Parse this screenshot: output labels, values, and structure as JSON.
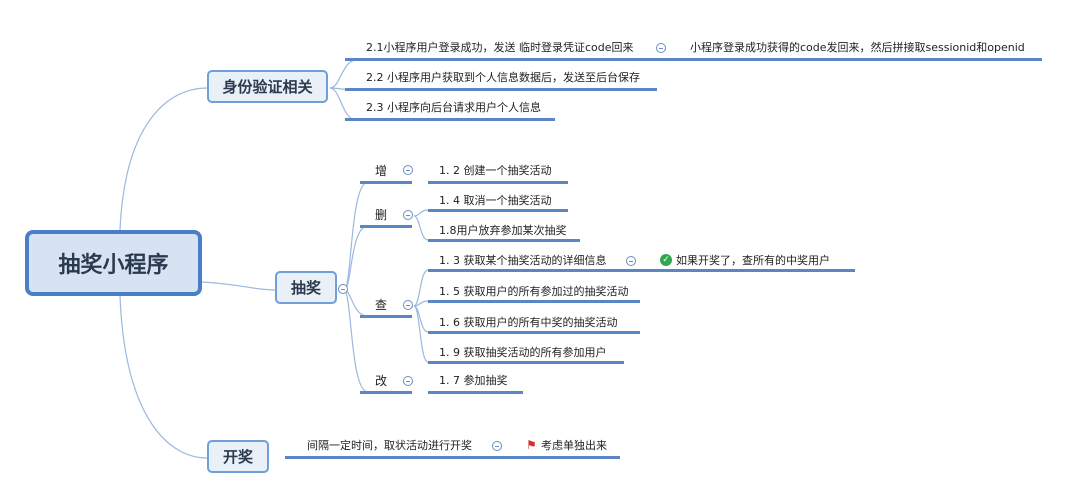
{
  "root": {
    "label": "抽奖小程序"
  },
  "auth": {
    "label": "身份验证相关",
    "items": [
      "2.1小程序用户登录成功，发送 临时登录凭证code回来",
      "2.2 小程序用户获取到个人信息数据后，发送至后台保存",
      "2.3 小程序向后台请求用户个人信息"
    ],
    "note": "小程序登录成功获得的code发回来，然后拼接取sessionid和openid"
  },
  "lottery": {
    "label": "抽奖",
    "add": {
      "label": "增",
      "items": [
        "1. 2 创建一个抽奖活动"
      ]
    },
    "del": {
      "label": "删",
      "items": [
        "1. 4 取消一个抽奖活动",
        "1.8用户放弃参加某次抽奖"
      ]
    },
    "query": {
      "label": "查",
      "items": [
        "1. 3 获取某个抽奖活动的详细信息",
        "1. 5 获取用户的所有参加过的抽奖活动",
        "1. 6 获取用户的所有中奖的抽奖活动",
        "1. 9 获取抽奖活动的所有参加用户"
      ],
      "note": "如果开奖了，查所有的中奖用户"
    },
    "edit": {
      "label": "改",
      "items": [
        "1. 7 参加抽奖"
      ]
    }
  },
  "draw": {
    "label": "开奖",
    "item": "间隔一定时间，取状活动进行开奖",
    "note": "考虑单独出来"
  },
  "colors": {
    "line": "#5a86c5",
    "branch": "#9bb8e0",
    "root_fill": "#d7e3f3",
    "check": "#2fa84f",
    "flag": "#d0312d"
  }
}
